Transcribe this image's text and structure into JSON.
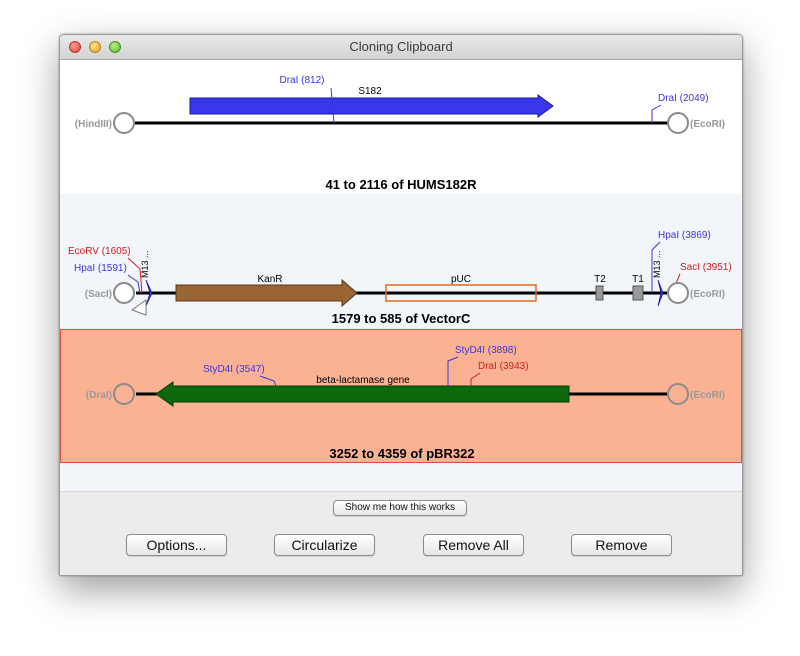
{
  "window": {
    "title": "Cloning Clipboard"
  },
  "fragments": [
    {
      "title": "41 to 2116 of HUMS182R",
      "left_end": "(HindIII)",
      "right_end": "(EcoRI)",
      "features": [
        {
          "label": "S182"
        }
      ],
      "sites": [
        {
          "label": "DraI (812)",
          "color": "#3a36d8"
        },
        {
          "label": "DraI (2049)",
          "color": "#3a36d8"
        }
      ]
    },
    {
      "title": "1579 to 585 of VectorC",
      "left_end": "(SacI)",
      "right_end": "(EcoRI)",
      "features": [
        {
          "label": "KanR"
        },
        {
          "label": "pUC"
        },
        {
          "label": "T2"
        },
        {
          "label": "T1"
        },
        {
          "label": "M13 ..."
        },
        {
          "label": "M13 ..."
        }
      ],
      "sites": [
        {
          "label": "EcoRV (1605)",
          "color": "#cc2020"
        },
        {
          "label": "HpaI (1591)",
          "color": "#3a36d8"
        },
        {
          "label": "HpaI (3869)",
          "color": "#3a36d8"
        },
        {
          "label": "SacI (3951)",
          "color": "#cc2020"
        }
      ]
    },
    {
      "title": "3252 to 4359 of pBR322",
      "left_end": "(DraI)",
      "right_end": "(EcoRI)",
      "features": [
        {
          "label": "beta-lactamase gene"
        }
      ],
      "sites": [
        {
          "label": "StyD4I (3547)",
          "color": "#3a36d8"
        },
        {
          "label": "StyD4I (3898)",
          "color": "#3a36d8"
        },
        {
          "label": "DraI (3943)",
          "color": "#cc2020"
        }
      ],
      "selected": true
    }
  ],
  "buttons": {
    "help": "Show me how this works",
    "options": "Options...",
    "circularize": "Circularize",
    "remove_all": "Remove All",
    "remove": "Remove"
  },
  "colors": {
    "s182_arrow": "#3a36ec",
    "kanr_arrow": "#9b6433",
    "puc_box": "#e06a25",
    "beta_lactamase_arrow": "#0c6a0c",
    "selection_fill": "#fbb293",
    "end_label_gray": "#999999"
  }
}
